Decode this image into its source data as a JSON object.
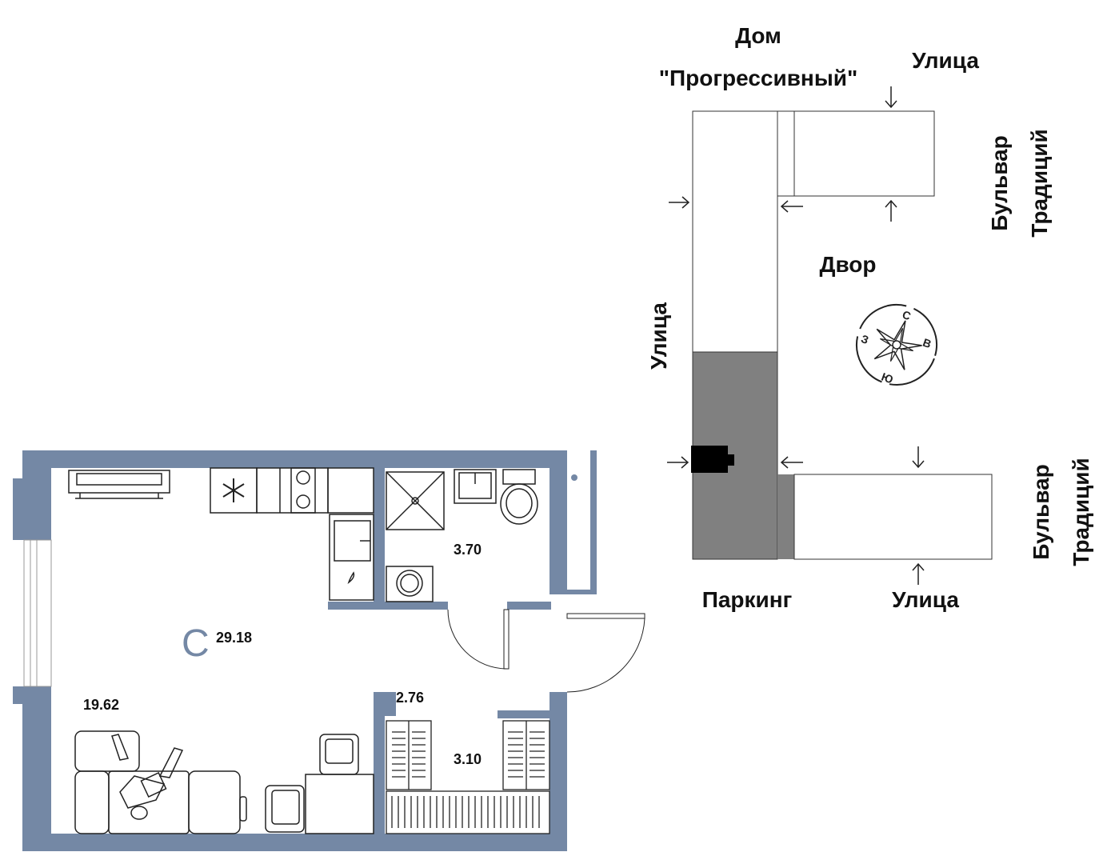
{
  "plan": {
    "type_letter": "C",
    "total_area": "29.18",
    "rooms": {
      "living": "19.62",
      "bathroom": "3.70",
      "hallway": "2.76",
      "wardrobe": "3.10"
    }
  },
  "site": {
    "house_name_line1": "Дом",
    "house_name_line2": "\"Прогрессивный\"",
    "street_top": "Улица",
    "street_left": "Улица",
    "street_bottom": "Улица",
    "boulevard_top_line1": "Бульвар",
    "boulevard_top_line2": "Традиций",
    "boulevard_bottom_line1": "Бульвар",
    "boulevard_bottom_line2": "Традиций",
    "courtyard": "Двор",
    "parking": "Паркинг",
    "compass": {
      "north": "С",
      "east": "В",
      "south": "Ю",
      "west": "З"
    }
  },
  "colors": {
    "wall": "#7488a5",
    "parking_fill": "#808080",
    "marker": "#000000",
    "line": "#333333"
  }
}
